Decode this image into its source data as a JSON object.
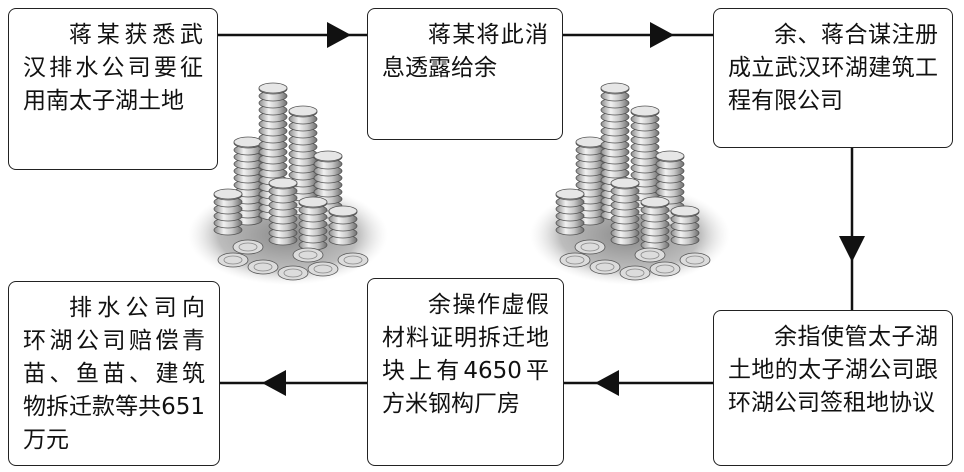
{
  "steps": [
    {
      "id": "step1",
      "text": "蒋某获悉武汉排水公司要征用南太子湖土地"
    },
    {
      "id": "step2",
      "text": "蒋某将此消息透露给余"
    },
    {
      "id": "step3",
      "text": "余、蒋合谋注册成立武汉环湖建筑工程有限公司"
    },
    {
      "id": "step4",
      "text": "余指使管太子湖土地的太子湖公司跟环湖公司签租地协议"
    },
    {
      "id": "step5",
      "text": "余操作虚假材料证明拆迁地块上有4650平方米钢构厂房"
    },
    {
      "id": "step6",
      "text": "排水公司向环湖公司赔偿青苗、鱼苗、建筑物拆迁款等共651万元"
    }
  ],
  "colors": {
    "border": "#222222",
    "arrow": "#111111",
    "text": "#111111",
    "coins": "#b8b8b8"
  },
  "icons": [
    "coin-stack-icon",
    "coin-stack-icon"
  ]
}
